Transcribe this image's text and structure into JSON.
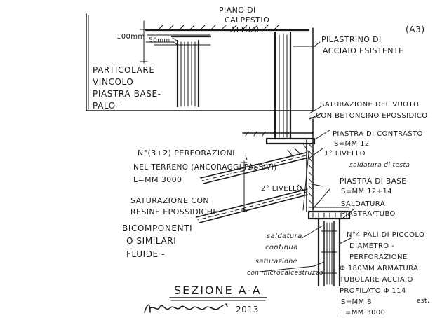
{
  "drawing": {
    "sheet_id": "(A3)",
    "section_title": "SEZIONE A-A",
    "signature_year": "2013",
    "labels": {
      "piano_line1": "PIANO DI",
      "piano_line2": "CALPESTIO",
      "piano_line3": "ATTUALE",
      "dim_100": "100mm",
      "dim_50": "50mm",
      "pilastrino_line1": "PILASTRINO DI",
      "pilastrino_line2": "ACCIAIO ESISTENTE",
      "particolare_line1": "PARTICOLARE",
      "particolare_line2": "VINCOLO",
      "particolare_line3": "PIASTRA BASE-",
      "particolare_line4": "PALO -",
      "saturazione_vuoto_line1": "SATURAZIONE DEL VUOTO",
      "saturazione_vuoto_line2": "CON BETONCINO EPOSSIDICO",
      "piastra_contrasto_line1": "PIASTRA DI CONTRASTO",
      "piastra_contrasto_line2": "S=MM 12",
      "perforazioni_line1": "N°(3+2) PERFORAZIONI",
      "perforazioni_line2": "NEL TERRENO (ANCORAGGI PASSIVI)",
      "perforazioni_line3": "L=MM 3000",
      "primo_livello": "1° LIVELLO",
      "saldatura_testa": "saldatura di testa",
      "secondo_livello": "2° LIVELLO",
      "piastra_base_line1": "PIASTRA DI BASE",
      "piastra_base_line2": "S=MM 12÷14",
      "saldatura_piastra_line1": "SALDATURA",
      "saldatura_piastra_line2": "PIASTRA/TUBO",
      "saturazione_resine_line1": "SATURAZIONE CON",
      "saturazione_resine_line2": "RESINE EPOSSIDICHE",
      "saturazione_resine_line3": "BICOMPONENTI",
      "saturazione_resine_line4": "O SIMILARI",
      "saturazione_resine_line5": "FLUIDE -",
      "saldatura_continua_line1": "saldatura",
      "saldatura_continua_line2": "continua",
      "saturazione_micro_line1": "saturazione",
      "saturazione_micro_line2": "con microcalcestruzzo",
      "pali_line1": "N°4 PALI DI PICCOLO",
      "pali_line2": "DIAMETRO -",
      "pali_line3": "PERFORAZIONE",
      "pali_line4": "Φ 180MM ARMATURA",
      "pali_line5": "TUBOLARE ACCIAIO",
      "pali_line6": "PROFILATO Φ 114",
      "pali_line7": "S=MM 8",
      "pali_line8": "L=MM 3000",
      "pali_est": "est."
    }
  }
}
